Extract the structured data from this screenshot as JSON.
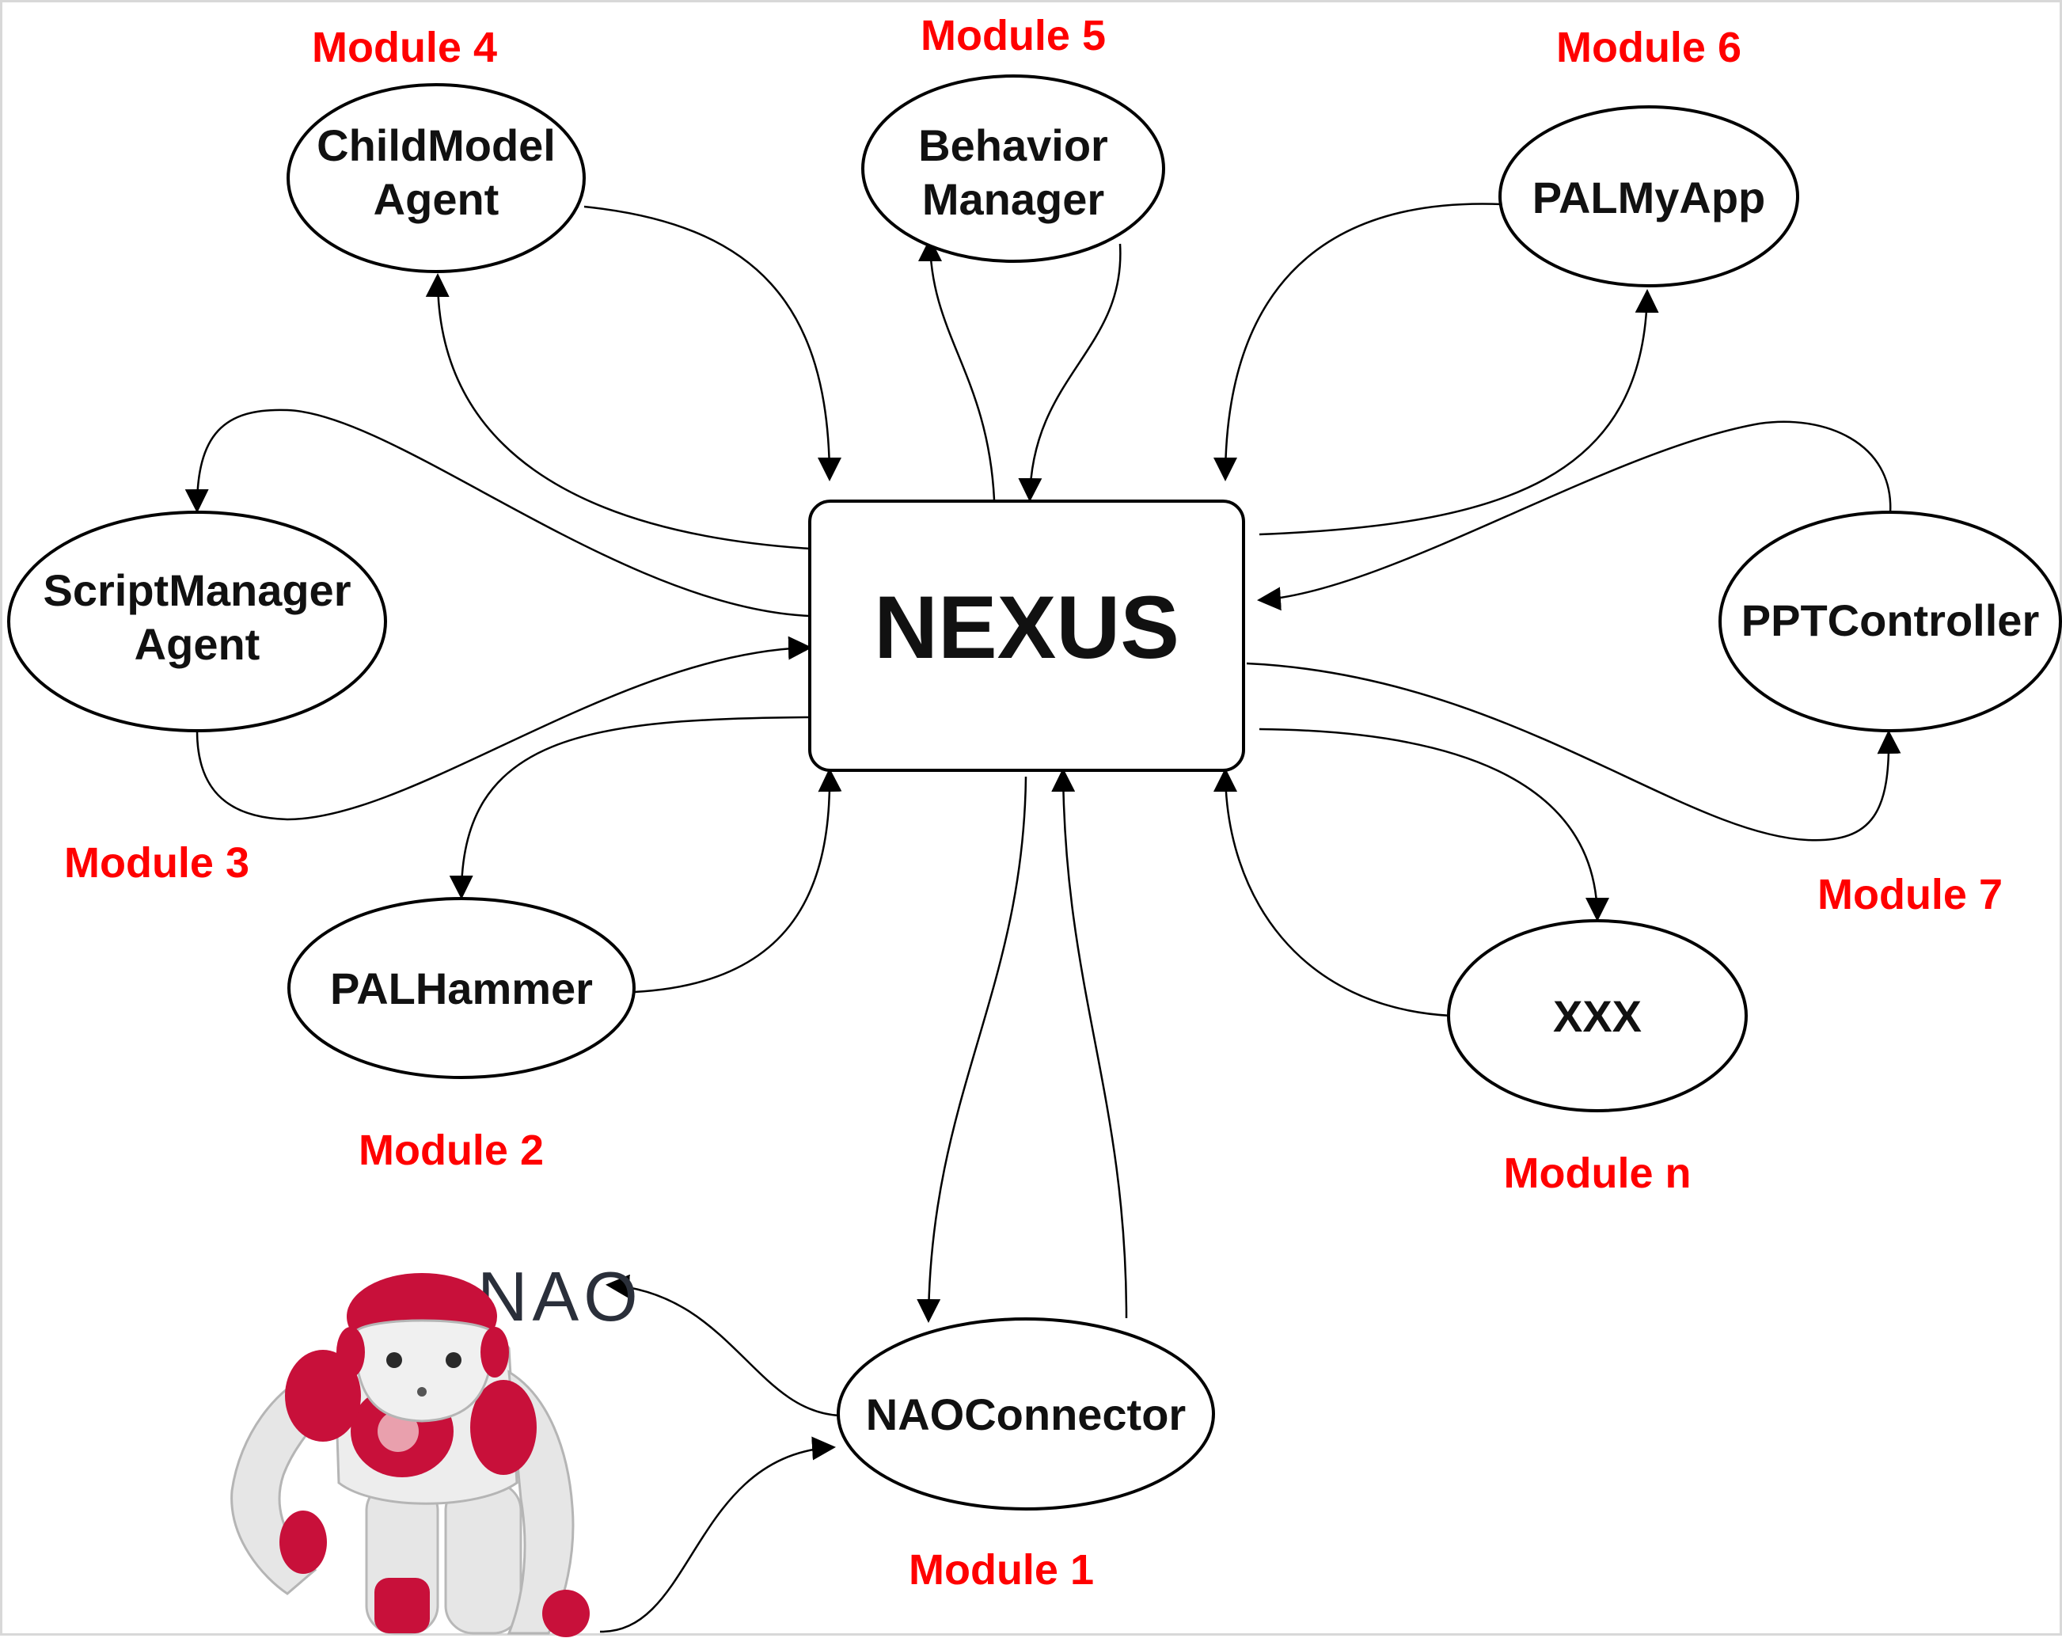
{
  "colors": {
    "module_label": "#ff0000",
    "robot_body": "#e8e8e8",
    "robot_accent": "#c8103a",
    "stroke": "#000000"
  },
  "hub": {
    "label": "NEXUS"
  },
  "nodes": {
    "childmodel": {
      "line1": "ChildModel",
      "line2": "Agent",
      "module": "Module 4"
    },
    "behavior": {
      "line1": "Behavior",
      "line2": "Manager",
      "module": "Module 5"
    },
    "palmyapp": {
      "line1": "PALMyApp",
      "module": "Module 6"
    },
    "scriptmanager": {
      "line1": "ScriptManager",
      "line2": "Agent",
      "module": "Module 3"
    },
    "pptcontroller": {
      "line1": "PPTController",
      "module": "Module 7"
    },
    "palhammer": {
      "line1": "PALHammer",
      "module": "Module 2"
    },
    "xxx": {
      "line1": "XXX",
      "module": "Module n"
    },
    "naoconnector": {
      "line1": "NAOConnector",
      "module": "Module 1"
    }
  },
  "robot": {
    "logo": "NAO",
    "icon": "robot-icon"
  }
}
